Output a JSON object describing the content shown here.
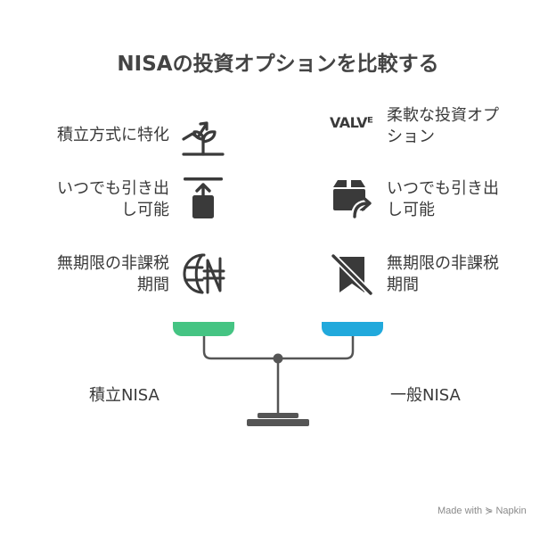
{
  "title": "NISAの投資オプションを比較する",
  "left": {
    "items": [
      {
        "text": "積立方式に特化",
        "icon": "sprout-growth-icon"
      },
      {
        "text_line1": "いつでも引き出",
        "text_line2": "し可能",
        "icon": "upload-arrow-icon"
      },
      {
        "text_line1": "無期限の非課税",
        "text_line2": "期間",
        "icon": "globe-naira-icon"
      }
    ],
    "base_label": "積立NISA",
    "pan_color": "#45c483"
  },
  "right": {
    "items": [
      {
        "text_line1": "柔軟な投資オプ",
        "text_line2": "ション",
        "icon": "valve-logo-icon",
        "icon_text": "VALVᴱ"
      },
      {
        "text_line1": "いつでも引き出",
        "text_line2": "し可能",
        "icon": "box-share-arrow-icon"
      },
      {
        "text_line1": "無期限の非課税",
        "text_line2": "期間",
        "icon": "bookmark-off-icon"
      }
    ],
    "base_label": "一般NISA",
    "pan_color": "#21a9dc"
  },
  "footer": "Made with ⋟ Napkin"
}
